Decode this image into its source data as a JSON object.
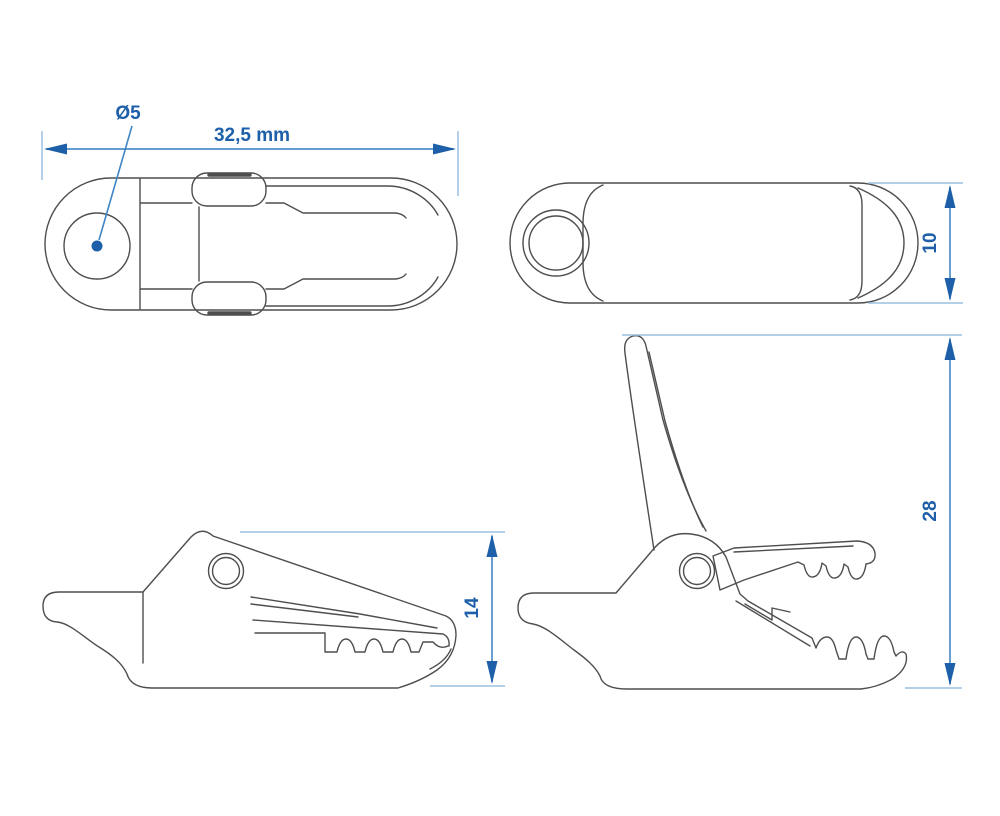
{
  "colors": {
    "background": "#ffffff",
    "part_outline": "#4e4e4e",
    "dimension_accent": "#1d5fa8",
    "dimension_line": "#4e8ec9",
    "extension_line": "#9cc0e2"
  },
  "dimensions": {
    "hole_diameter": {
      "label": "Ø5",
      "value": "5"
    },
    "overall_length": {
      "label": "32,5 mm",
      "value": "32,5",
      "unit": "mm"
    },
    "body_thickness": {
      "label": "10",
      "value": "10"
    },
    "closed_height": {
      "label": "14",
      "value": "14"
    },
    "open_height": {
      "label": "28",
      "value": "28"
    }
  }
}
